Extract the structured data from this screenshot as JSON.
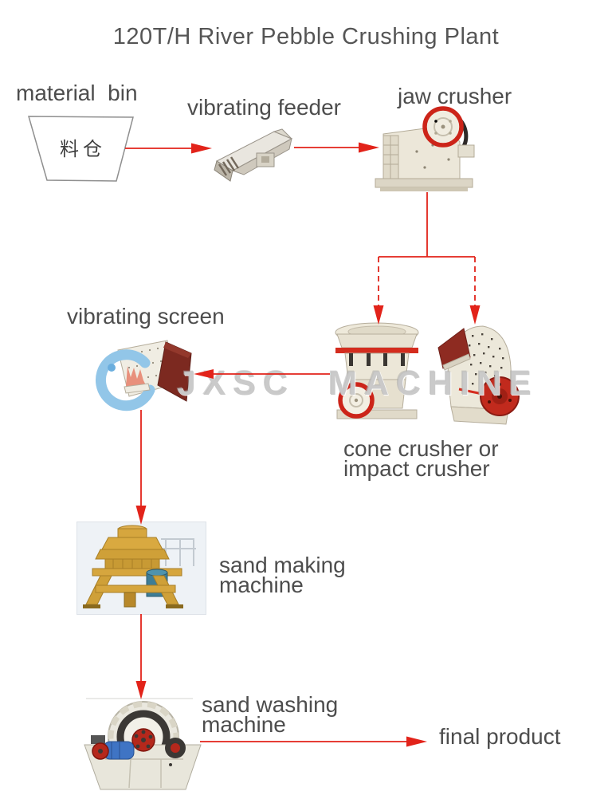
{
  "title": "120T/H River Pebble Crushing Plant",
  "watermark": "JXSC  MACHINE",
  "flow": {
    "material_bin": {
      "label": "material  bin",
      "shape_text": "料仓"
    },
    "vibrating_feeder": {
      "label": "vibrating feeder"
    },
    "jaw_crusher": {
      "label": "jaw crusher"
    },
    "secondary_crusher": {
      "label_line1": "cone crusher or",
      "label_line2": "impact crusher"
    },
    "vibrating_screen": {
      "label": "vibrating screen"
    },
    "sand_making_machine": {
      "label_line1": "sand making",
      "label_line2": "machine"
    },
    "sand_washing_machine": {
      "label_line1": "sand washing",
      "label_line2": "machine"
    },
    "final_product": {
      "label": "final product"
    }
  },
  "colors": {
    "arrow_red": "#e2231a",
    "label_gray": "#4d4d4d",
    "watermark_gray": "#c1c1c1",
    "machine_beige": "#ece7d9",
    "machine_yellow": "#d6a63e"
  }
}
